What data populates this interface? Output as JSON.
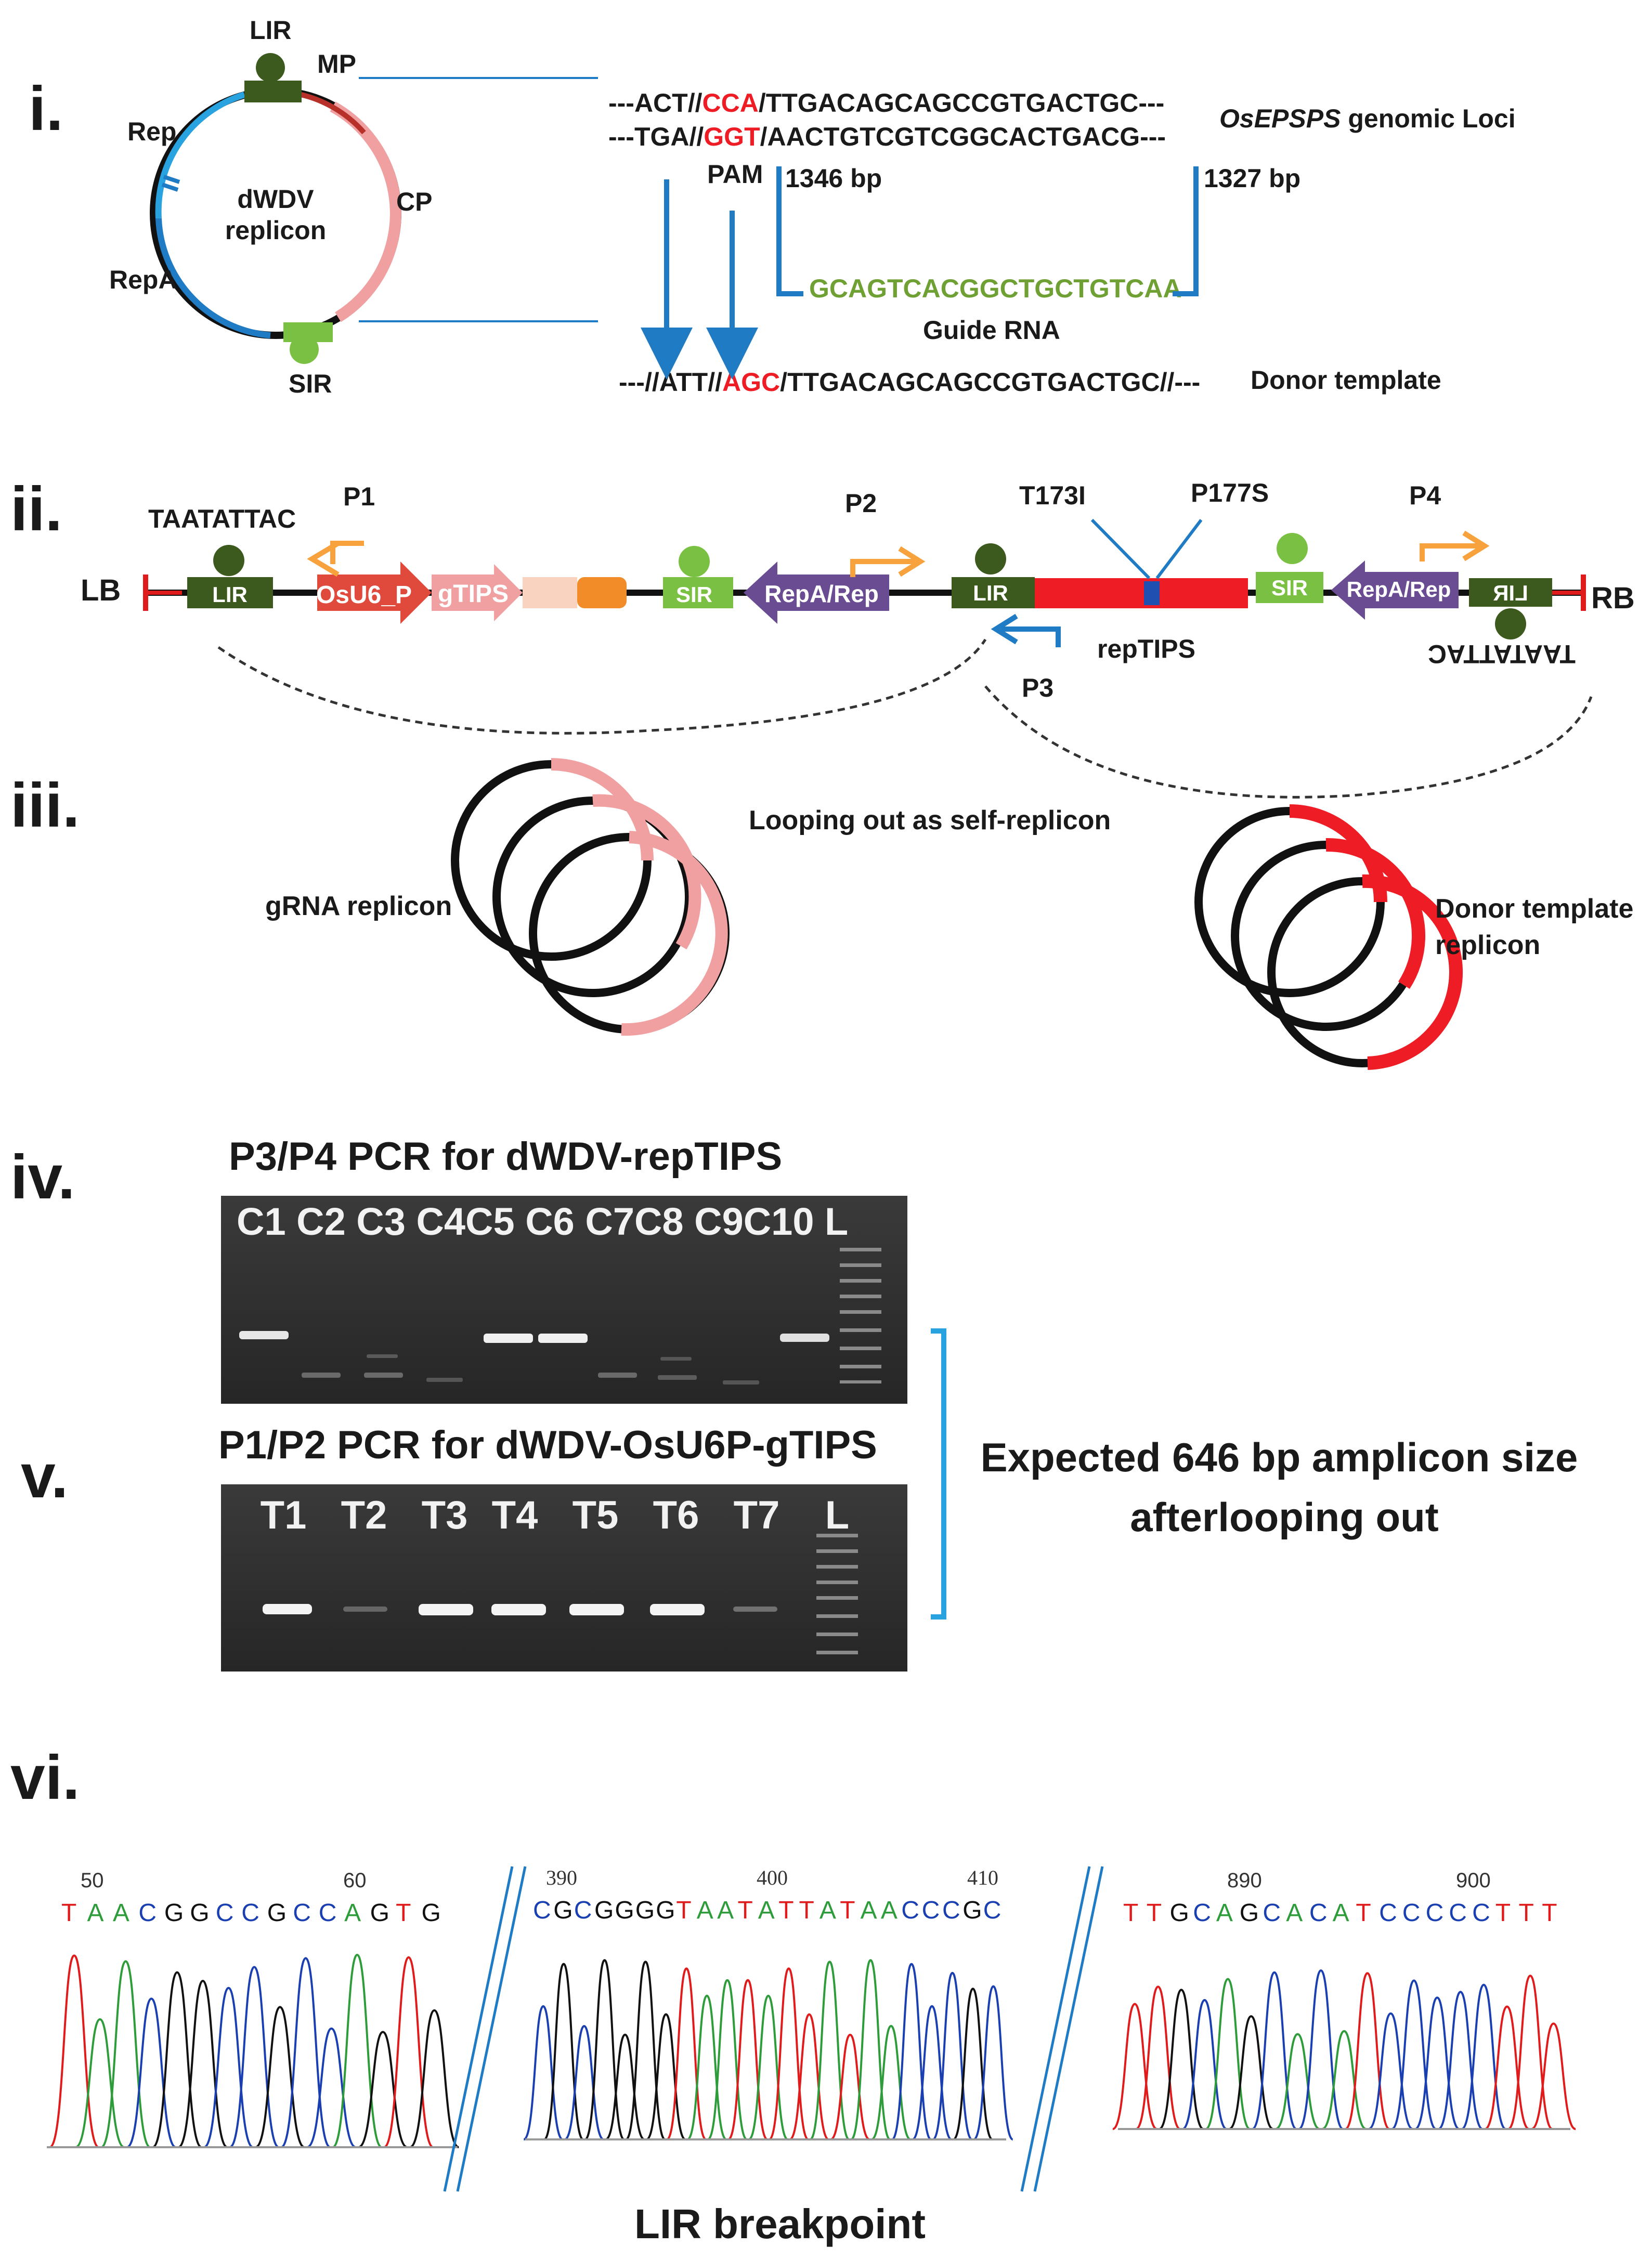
{
  "panel_labels": {
    "i": "i.",
    "ii": "ii.",
    "iii": "iii.",
    "iv": "iv.",
    "v": "v.",
    "vi": "vi."
  },
  "panel_i": {
    "replicon_line1": "dWDV",
    "replicon_line2": "replicon",
    "lir": "LIR",
    "mp": "MP",
    "rep": "Rep",
    "cp": "CP",
    "repa": "RepA",
    "sir": "SIR",
    "seq_top_a": "---ACT//",
    "seq_top_b": "CCA",
    "seq_top_c": "/TTGACAGCAGCCGTGACTGC---",
    "seq_bot_a": "---TGA//",
    "seq_bot_b": "GGT",
    "seq_bot_c": "/AACTGTCGTCGGCACTGACG---",
    "locus_italic": "OsEPSPS",
    "locus_rest": " genomic Loci",
    "pam": "PAM",
    "bp_left": "1346 bp",
    "bp_right": "1327 bp",
    "guide_seq": "GCAGTCACGGCTGCTGTCAA",
    "guide_label": "Guide RNA",
    "donor_a": "---//ATT//",
    "donor_b": "AGC",
    "donor_c": "/TTGACAGCAGCCGTGACTGC//---",
    "donor_label": "Donor template",
    "colors": {
      "red": "#ee1c24",
      "green": "#6fa033",
      "blue": "#1f7bc4",
      "rep_blue": "#29a3e0",
      "cp_pink": "#f0a0a0",
      "lir_dark": "#3c5a1e",
      "sir_green": "#7ac143"
    }
  },
  "panel_ii": {
    "lb": "LB",
    "rb": "RB",
    "taatattac_left": "TAATATTAC",
    "taatattac_right": "TAATATTAC",
    "p1": "P1",
    "p2": "P2",
    "p3": "P3",
    "p4": "P4",
    "lir1": "LIR",
    "osu6": "OsU6_P",
    "gtips": "gTIPS",
    "sir1": "SIR",
    "rep1": "RepA/Rep",
    "lir2": "LIR",
    "t173i": "T173I",
    "p177s": "P177S",
    "reptips": "repTIPS",
    "sir2": "SIR",
    "rep2": "RepA/Rep",
    "lir3": "LIR"
  },
  "panel_iii": {
    "looping": "Looping out as self-replicon",
    "grna_replicon": "gRNA replicon",
    "donor_line1": "Donor template",
    "donor_line2": "replicon"
  },
  "panel_iv": {
    "title": "P3/P4 PCR for dWDV-repTIPS",
    "lanes": "C1 C2 C3 C4C5 C6 C7C8 C9C10 L"
  },
  "panel_v": {
    "title": "P1/P2 PCR for dWDV-OsU6P-gTIPS",
    "lanes": [
      "T1",
      "T2",
      "T3",
      "T4",
      "T5",
      "T6",
      "T7",
      "L"
    ],
    "expected_line1": "Expected 646 bp amplicon size",
    "expected_line2": "afterlooping out"
  },
  "panel_vi": {
    "trace1": {
      "pos_a": "50",
      "pos_b": "60",
      "bases": "TAACGGCCGCCAGTG"
    },
    "trace2": {
      "pos_a": "390",
      "pos_b": "400",
      "pos_c": "410",
      "bases": "CGCGGGGTAATATTATAACCCGC"
    },
    "trace3": {
      "pos_a": "890",
      "pos_b": "900",
      "bases": "TTGCAGCACATCCCCCTTT"
    },
    "breakpoint": "LIR breakpoint",
    "base_colors": {
      "A": "#2e9c3a",
      "C": "#1a3fb0",
      "G": "#111111",
      "T": "#e01b1b"
    }
  }
}
